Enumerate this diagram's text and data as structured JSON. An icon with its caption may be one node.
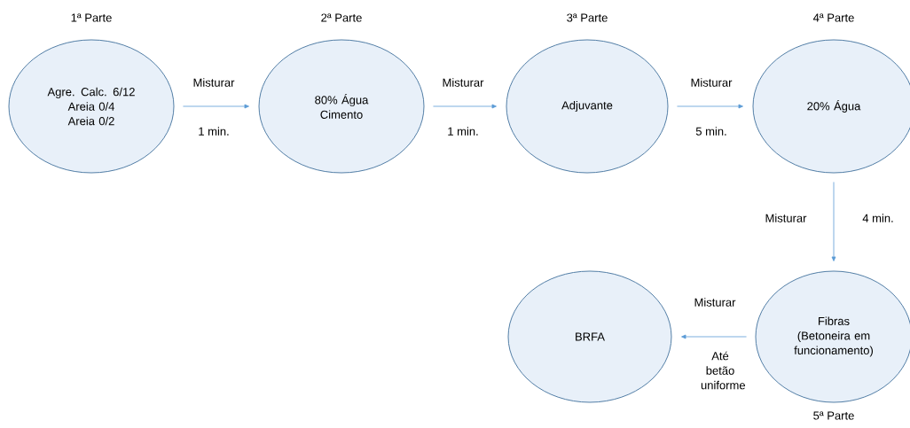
{
  "diagram": {
    "nodes": [
      {
        "text": [
          "1ª Parte",
          "Agre. Calc. 6/12",
          "Areia 0/4",
          "Areia 0/2"
        ]
      },
      {
        "text": [
          "2ª Parte",
          "80% Água",
          "Cimento"
        ]
      },
      {
        "text": [
          "3ª Parte",
          "Adjuvante"
        ]
      },
      {
        "text": [
          "4ª Parte",
          "20% Água"
        ]
      },
      {
        "text": [
          "Fibras",
          "(Betoneira em funcionamento)",
          "5ª Parte"
        ]
      },
      {
        "text": [
          "BRFA"
        ]
      }
    ],
    "edges": [
      {
        "from": 0,
        "to": 1,
        "arrow": "to",
        "label": "Misturar"
      },
      {
        "from": 1,
        "to": 2,
        "arrow": "to",
        "label": "Misturar"
      },
      {
        "from": 2,
        "to": 3,
        "arrow": "to",
        "label": "Misturar"
      },
      {
        "from": 3,
        "to": 4,
        "arrow": "to",
        "label": "Misturar"
      },
      {
        "from": 4,
        "to": 5,
        "arrow": "to",
        "label": "Misturar"
      }
    ],
    "labels": [
      "1 min.",
      "1 min.",
      "5 min.",
      "4 min.",
      "Até betão uniforme"
    ]
  }
}
